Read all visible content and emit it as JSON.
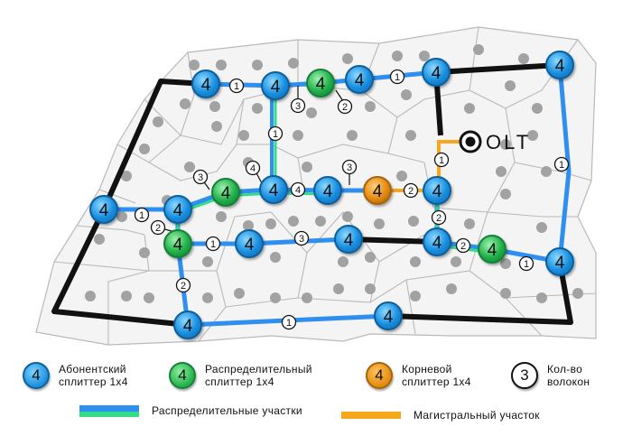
{
  "nodes": [
    {
      "id": "n1",
      "type": "abonent",
      "label": "4"
    },
    {
      "id": "n2",
      "type": "abonent",
      "label": "4"
    },
    {
      "id": "n3",
      "type": "distrib",
      "label": "4"
    },
    {
      "id": "n4",
      "type": "abonent",
      "label": "4"
    },
    {
      "id": "n5",
      "type": "abonent",
      "label": "4"
    },
    {
      "id": "n6",
      "type": "abonent",
      "label": "4"
    },
    {
      "id": "n7",
      "type": "abonent",
      "label": "4"
    },
    {
      "id": "n8",
      "type": "abonent",
      "label": "4"
    },
    {
      "id": "n9",
      "type": "distrib",
      "label": "4"
    },
    {
      "id": "n10",
      "type": "abonent",
      "label": "4"
    },
    {
      "id": "n11",
      "type": "abonent",
      "label": "4"
    },
    {
      "id": "n12",
      "type": "root",
      "label": "4"
    },
    {
      "id": "n13",
      "type": "abonent",
      "label": "4"
    },
    {
      "id": "n14",
      "type": "distrib",
      "label": "4"
    },
    {
      "id": "n15",
      "type": "abonent",
      "label": "4"
    },
    {
      "id": "n16",
      "type": "abonent",
      "label": "4"
    },
    {
      "id": "n17",
      "type": "abonent",
      "label": "4"
    },
    {
      "id": "n18",
      "type": "distrib",
      "label": "4"
    },
    {
      "id": "n19",
      "type": "abonent",
      "label": "4"
    },
    {
      "id": "n20",
      "type": "abonent",
      "label": "4"
    },
    {
      "id": "n21",
      "type": "abonent",
      "label": "4"
    }
  ],
  "fiber_counts": [
    "1",
    "3",
    "2",
    "1",
    "1",
    "1",
    "4",
    "3",
    "4",
    "3",
    "2",
    "1",
    "1",
    "2",
    "1",
    "3",
    "2",
    "2",
    "1"
  ],
  "olt": {
    "label": "OLT"
  },
  "legend": {
    "abonent": {
      "symbol": "4",
      "text_line1": "Абонентский",
      "text_line2": "сплиттер 1х4"
    },
    "distrib": {
      "symbol": "4",
      "text_line1": "Распределительный",
      "text_line2": "сплиттер 1х4"
    },
    "root": {
      "symbol": "4",
      "text_line1": "Корневой",
      "text_line2": "сплиттер 1х4"
    },
    "fibers": {
      "symbol": "3",
      "text_line1": "Кол-во",
      "text_line2": "волокон"
    },
    "distribution_segments": "Распределительные участки",
    "trunk_segment": "Магистральный участок"
  },
  "colors": {
    "abonent": "#1a8fe0",
    "distrib": "#22b04a",
    "root": "#e48a10",
    "trunk_line": "#f5a81c",
    "distribution_line_blue": "#2e8ff0",
    "distribution_line_green": "#33dd88",
    "ring": "#111111"
  }
}
